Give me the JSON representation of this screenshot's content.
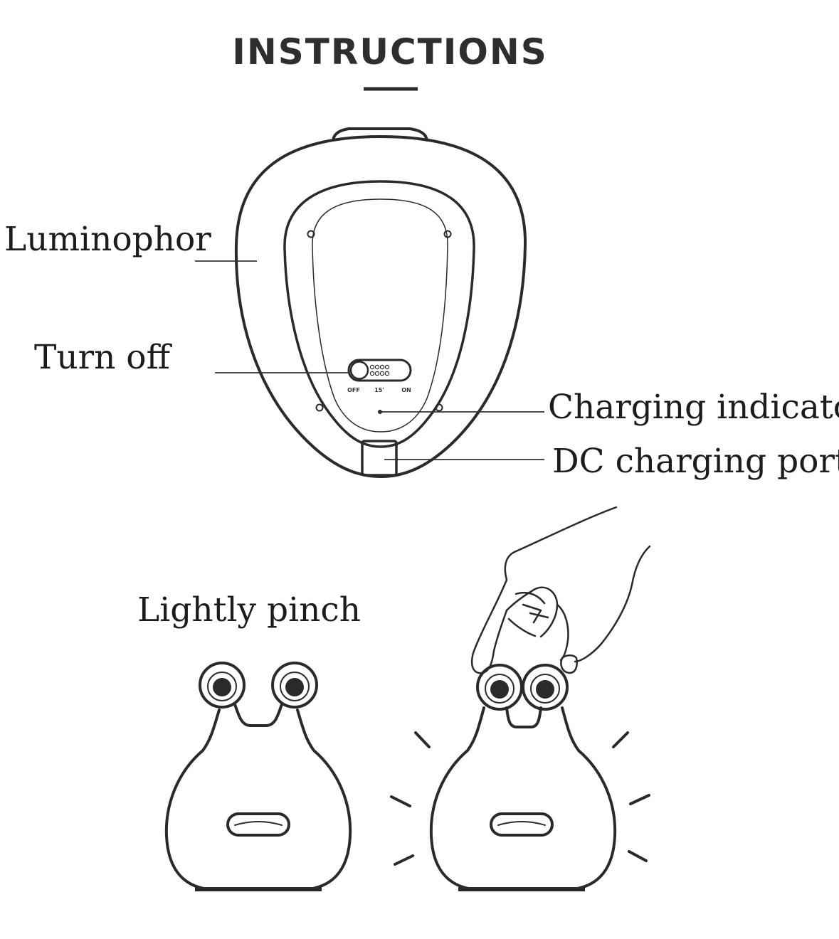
{
  "header": {
    "title": "INSTRUCTIONS"
  },
  "device": {
    "switch_labels": [
      "OFF",
      "15'",
      "ON"
    ]
  },
  "callouts": {
    "luminophor": "Luminophor",
    "turn_off": "Turn off",
    "charging_indicator": "Charging indicator",
    "dc_port": "DC charging port"
  },
  "usage": {
    "pinch_label": "Lightly pinch"
  },
  "colors": {
    "ink": "#2a2a2a",
    "background": "#ffffff"
  }
}
